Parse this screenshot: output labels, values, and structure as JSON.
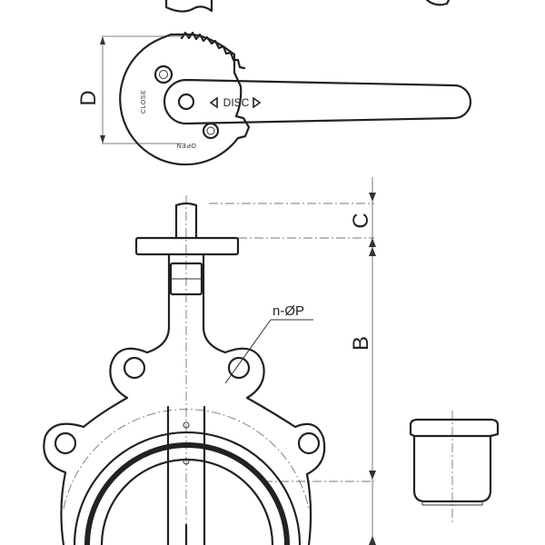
{
  "diagram": {
    "labels": {
      "dim_d": "D",
      "dim_c": "C",
      "dim_b": "B",
      "bolt_callout": "n-ØP",
      "handle_disc": "DISC",
      "plate_close": "CLOSE",
      "plate_open": "OPEN"
    },
    "colors": {
      "line": "#222222",
      "dimension": "#555555",
      "centerline": "#777777",
      "background": "#ffffff"
    }
  }
}
